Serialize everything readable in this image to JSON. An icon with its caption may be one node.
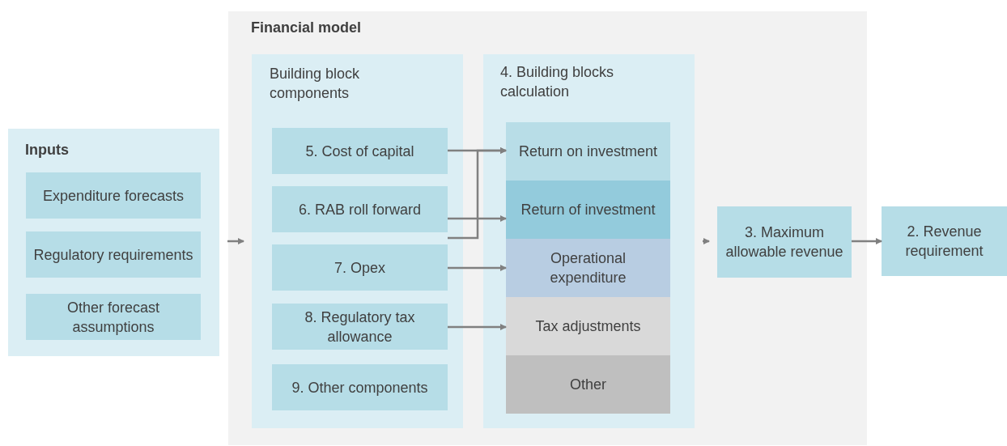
{
  "diagram": {
    "nodes": [
      {
        "text": [
          "Financial model"
        ]
      },
      {
        "text": [
          "Inputs"
        ]
      },
      {
        "text": [
          "Expenditure forecasts"
        ],
        "in": 1
      },
      {
        "text": [
          "Regulatory requirements"
        ],
        "in": 1
      },
      {
        "text": [
          "Other forecast assumptions"
        ],
        "in": 1
      },
      {
        "text": [
          "Building block components"
        ],
        "in": 0
      },
      {
        "text": [
          "5. Cost of capital"
        ],
        "in": 5
      },
      {
        "text": [
          "6. RAB roll forward"
        ],
        "in": 5
      },
      {
        "text": [
          "7. Opex"
        ],
        "in": 5
      },
      {
        "text": [
          "8. Regulatory tax allowance"
        ],
        "in": 5
      },
      {
        "text": [
          "9. Other components"
        ],
        "in": 5
      },
      {
        "text": [
          "4. Building blocks calculation"
        ],
        "in": 0
      },
      {
        "text": [
          "Return on investment"
        ],
        "in": 11
      },
      {
        "text": [
          "Return of investment"
        ],
        "in": 11
      },
      {
        "text": [
          "Operational expenditure"
        ],
        "in": 11
      },
      {
        "text": [
          "Tax adjustments"
        ],
        "in": 11
      },
      {
        "text": [
          "Other"
        ],
        "in": 11
      },
      {
        "text": [
          "3. Maximum allowable revenue"
        ],
        "in": 0
      },
      {
        "text": [
          "2. Revenue requirement"
        ]
      }
    ],
    "edges": [
      {
        "from": 1,
        "to": 5,
        "arrow": "to"
      },
      {
        "from": 6,
        "to": 12,
        "arrow": "to"
      },
      {
        "from": 7,
        "to": 12,
        "arrow": "to"
      },
      {
        "from": 7,
        "to": 13,
        "arrow": "to"
      },
      {
        "from": 8,
        "to": 14,
        "arrow": "to"
      },
      {
        "from": 9,
        "to": 15,
        "arrow": "to"
      },
      {
        "from": 11,
        "to": 17,
        "arrow": "to"
      },
      {
        "from": 17,
        "to": 18,
        "arrow": "to"
      }
    ]
  }
}
